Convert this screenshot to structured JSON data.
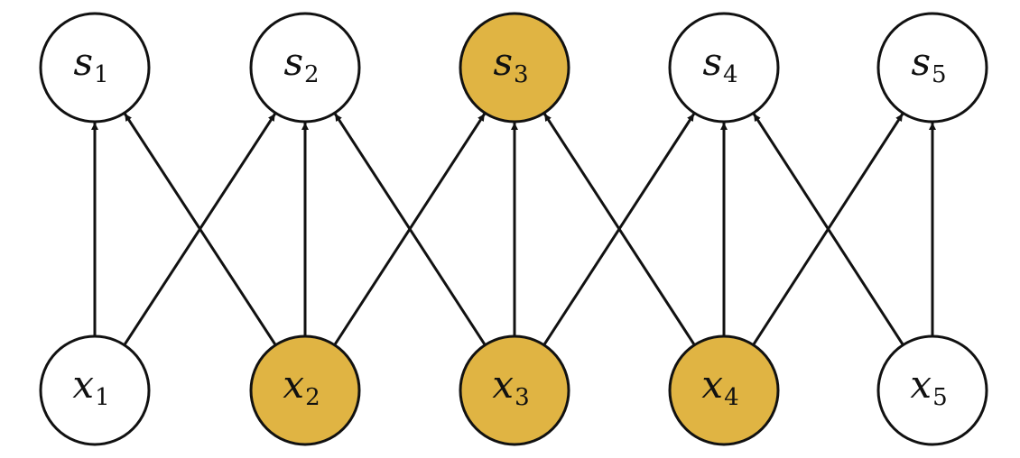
{
  "colors": {
    "highlight": "#E0B443",
    "plain": "#FFFFFF",
    "stroke": "#111111"
  },
  "top_nodes": [
    {
      "symbol": "s",
      "index": "1",
      "highlighted": false
    },
    {
      "symbol": "s",
      "index": "2",
      "highlighted": false
    },
    {
      "symbol": "s",
      "index": "3",
      "highlighted": true
    },
    {
      "symbol": "s",
      "index": "4",
      "highlighted": false
    },
    {
      "symbol": "s",
      "index": "5",
      "highlighted": false
    }
  ],
  "bottom_nodes": [
    {
      "symbol": "x",
      "index": "1",
      "highlighted": false
    },
    {
      "symbol": "x",
      "index": "2",
      "highlighted": true
    },
    {
      "symbol": "x",
      "index": "3",
      "highlighted": true
    },
    {
      "symbol": "x",
      "index": "4",
      "highlighted": true
    },
    {
      "symbol": "x",
      "index": "5",
      "highlighted": false
    }
  ],
  "edges": [
    {
      "from": 1,
      "to": 1
    },
    {
      "from": 1,
      "to": 2
    },
    {
      "from": 2,
      "to": 1
    },
    {
      "from": 2,
      "to": 2
    },
    {
      "from": 2,
      "to": 3
    },
    {
      "from": 3,
      "to": 2
    },
    {
      "from": 3,
      "to": 3
    },
    {
      "from": 3,
      "to": 4
    },
    {
      "from": 4,
      "to": 3
    },
    {
      "from": 4,
      "to": 4
    },
    {
      "from": 4,
      "to": 5
    },
    {
      "from": 5,
      "to": 4
    },
    {
      "from": 5,
      "to": 5
    }
  ]
}
